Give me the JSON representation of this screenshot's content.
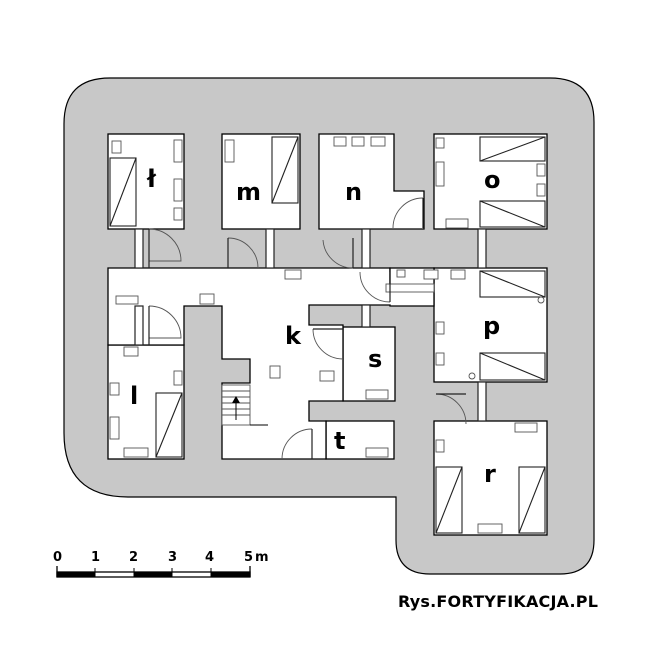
{
  "rooms": {
    "l_stroke": "ł",
    "m": "m",
    "n": "n",
    "o": "o",
    "k": "k",
    "p": "p",
    "s": "s",
    "l": "l",
    "t": "t",
    "r": "r"
  },
  "scale": {
    "ticks": [
      "0",
      "1",
      "2",
      "3",
      "4",
      "5"
    ],
    "unit": "m"
  },
  "credit": "Rys.FORTYFIKACJA.PL",
  "colors": {
    "wall": "#c8c8c8",
    "room": "#ffffff",
    "line": "#000000"
  }
}
